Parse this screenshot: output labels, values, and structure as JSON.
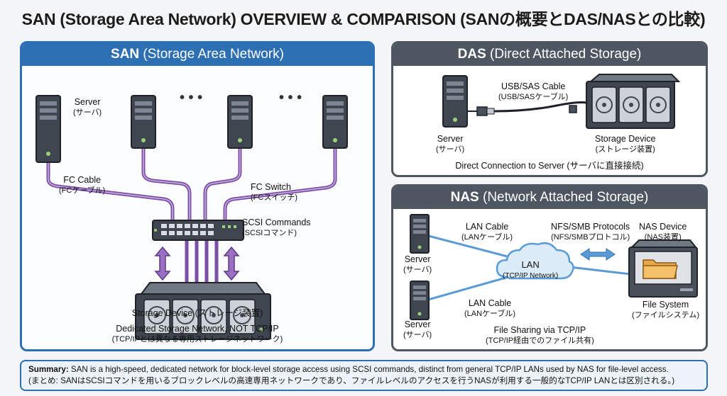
{
  "title": "SAN (Storage Area Network) OVERVIEW & COMPARISON (SANの概要とDAS/NASとの比較)",
  "san": {
    "header_bold": "SAN",
    "header_rest": " (Storage Area Network)",
    "server_label": "Server",
    "server_label_jp": "(サーバ)",
    "ellipsis": "• • •",
    "fc_cable_label": "FC Cable",
    "fc_cable_label_jp": "(FCケーブル)",
    "fc_switch_label": "FC Switch",
    "fc_switch_label_jp": "(FCスイッチ)",
    "scsi_label": "SCSI Commands",
    "scsi_label_jp": "(SCSIコマンド)",
    "storage_label": "Storage Device (ストレージ装置)",
    "footer_line1": "Dedicated Storage Network, NOT TCP/IP",
    "footer_line2": "(TCP/IPとは異なる専用ストレージネットワーク)"
  },
  "das": {
    "header_bold": "DAS",
    "header_rest": " (Direct Attached Storage)",
    "cable_label": "USB/SAS Cable",
    "cable_label_jp": "(USB/SASケーブル)",
    "server_label": "Server",
    "server_label_jp": "(サーバ)",
    "storage_label": "Storage Device",
    "storage_label_jp": "(ストレージ装置)",
    "footer": "Direct Connection to Server (サーバに直接接続)"
  },
  "nas": {
    "header_bold": "NAS",
    "header_rest": " (Network Attached Storage)",
    "lan_cable_label": "LAN Cable",
    "lan_cable_label_jp": "(LANケーブル)",
    "protocols_label": "NFS/SMB Protocols",
    "protocols_label_jp": "(NFS/SMBプロトコル)",
    "nas_device_label": "NAS Device",
    "nas_device_label_jp": "(NAS装置)",
    "server_label": "Server",
    "server_label_jp": "(サーバ)",
    "lan_label": "LAN",
    "lan_label_sub": "(TCP/IP Network)",
    "filesystem_label": "File System",
    "filesystem_label_jp": "(ファイルシステム)",
    "footer_line1": "File Sharing via TCP/IP",
    "footer_line2": "(TCP/IP経由でのファイル共有)"
  },
  "summary": {
    "bold": "Summary:",
    "text": " SAN is a high-speed, dedicated network for block-level storage access using SCSI commands, distinct from general TCP/IP LANs used by NAS for file-level access.",
    "jp": "(まとめ: SANはSCSIコマンドを用いるブロックレベルの高速専用ネットワークであり、ファイルレベルのアクセスを行うNASが利用する一般的なTCP/IP LANとは区別される。)"
  },
  "colors": {
    "san_blue": "#2c6fb3",
    "panel_gray": "#4e5661",
    "fc_purple": "#8c5fb3",
    "lan_blue": "#5b9bd5",
    "folder_orange": "#e9a94a"
  }
}
